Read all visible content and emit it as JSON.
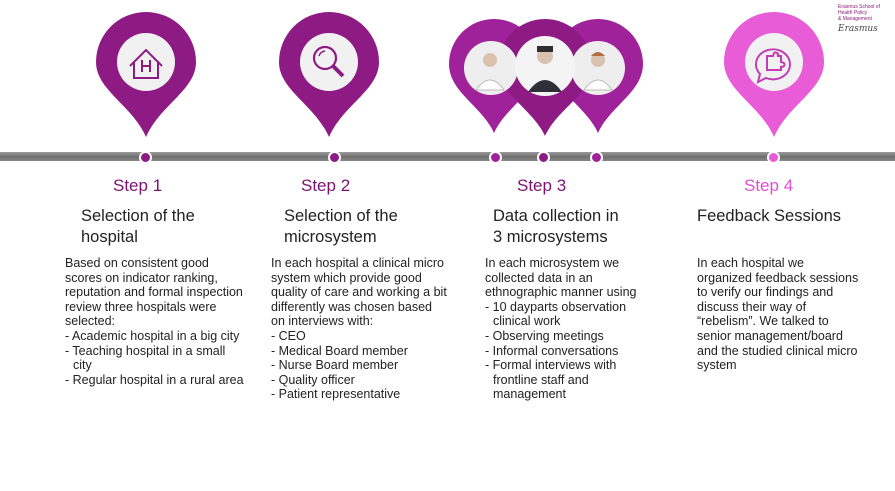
{
  "logo": {
    "lines": [
      "Erasmus School of",
      "Health Policy",
      "& Management"
    ],
    "signature": "Erasmus"
  },
  "colors": {
    "purple": "#8e1a83",
    "purple_light": "#b52aa6",
    "pink": "#e95cd7",
    "title_purple": "#7a1470",
    "title_pink": "#e14fd3"
  },
  "steps": [
    {
      "title": "Step 1",
      "subtitle": [
        "Selection of the",
        "hospital"
      ],
      "icon": "house-icon",
      "intro": "Based on consistent good scores on indicator ranking, reputation and formal inspection review three hospitals were selected:",
      "bullets": [
        "- Academic hospital in a big city",
        "-  Teaching hospital in a small city",
        "- Regular hospital in a rural area"
      ]
    },
    {
      "title": "Step 2",
      "subtitle": [
        "Selection of the",
        "microsystem"
      ],
      "icon": "magnifier-icon",
      "intro": "In each hospital a clinical micro system which provide good quality of care and working a bit differently was chosen based on interviews with:",
      "bullets": [
        "- CEO",
        "- Medical Board member",
        "- Nurse Board member",
        "- Quality officer",
        "- Patient representative"
      ]
    },
    {
      "title": "Step 3",
      "subtitle": [
        "Data collection in",
        "3 microsystems"
      ],
      "icon": "staff-icon",
      "intro": "In each microsystem we collected data in an ethnographic manner using",
      "bullets": [
        "- 10 dayparts observation clinical work",
        "- Observing meetings",
        "- Informal conversations",
        "- Formal interviews with frontline staff and management"
      ]
    },
    {
      "title": "Step 4",
      "subtitle": [
        "Feedback Sessions"
      ],
      "icon": "puzzle-chat-icon",
      "intro": "In each hospital we organized feedback sessions to verify our findings and discuss their way of “rebelism”. We talked to senior management/board and the studied clinical micro system",
      "bullets": []
    }
  ]
}
